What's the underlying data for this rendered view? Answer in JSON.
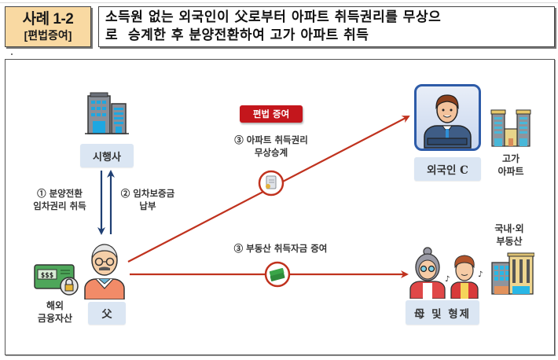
{
  "header": {
    "case_number": "사례 1-2",
    "case_category": "[편법증여]",
    "title_line1": "소득원 없는 외국인이 父로부터 아파트 취득권리를 무상으",
    "title_line2": "로  승계한 후 분양전환하여 고가 아파트 취득"
  },
  "diagram": {
    "developer": {
      "label": "시행사",
      "icon": "office-buildings-icon"
    },
    "father": {
      "label": "父",
      "icon": "elderly-man-icon"
    },
    "overseas_assets": {
      "line1": "해외",
      "line2": "금융자산",
      "icon": "locked-cash-card-icon"
    },
    "foreigner": {
      "label": "외국인 C",
      "icon": "businessman-icon"
    },
    "luxury_apt": {
      "line1": "고가",
      "line2": "아파트",
      "icon": "apartment-towers-icon"
    },
    "mother_siblings": {
      "label": "母 및 형제",
      "icon": "family-icon"
    },
    "domestic_foreign_re": {
      "line1": "국내·외",
      "line2": "부동산",
      "icon": "buildings-icon"
    },
    "badge": {
      "label": "편법 증여",
      "color": "#c4161c"
    },
    "flows": [
      {
        "id": "1",
        "line1": "① 분양전환",
        "line2": "임차권리 취득",
        "direction": "시행사 → 父",
        "color": "#1f3f73"
      },
      {
        "id": "2",
        "line1": "② 임차보증금",
        "line2": "납부",
        "direction": "父 → 시행사",
        "color": "#1f3f73"
      },
      {
        "id": "3a",
        "line1": "③ 아파트 취득권리",
        "line2": "무상승계",
        "direction": "父 → 외국인 C",
        "icon": "document-icon",
        "color": "#c0321e"
      },
      {
        "id": "3b",
        "line1": "③ 부동산 취득자금 증여",
        "direction": "父 → 母 및 형제",
        "icon": "money-icon",
        "color": "#c0321e"
      }
    ]
  }
}
